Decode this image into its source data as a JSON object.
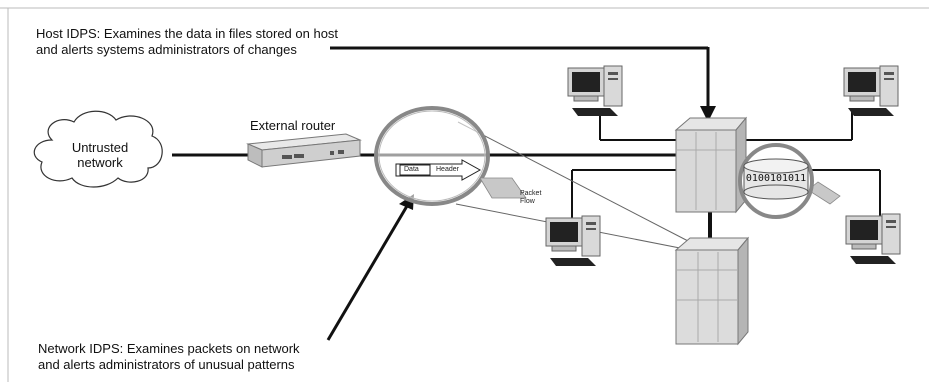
{
  "host_idps": {
    "line1": "Host IDPS: Examines the data in files stored on host",
    "line2": "and alerts systems administrators of changes"
  },
  "network_idps": {
    "line1": "Network IDPS: Examines packets on network",
    "line2": "and alerts administrators of unusual patterns"
  },
  "cloud": {
    "line1": "Untrusted",
    "line2": "network"
  },
  "router": {
    "label": "External router"
  },
  "packet": {
    "data": "Data",
    "header": "Header",
    "flow_line1": "Packet",
    "flow_line2": "Flow"
  },
  "disk": {
    "bits": "0100101011"
  }
}
